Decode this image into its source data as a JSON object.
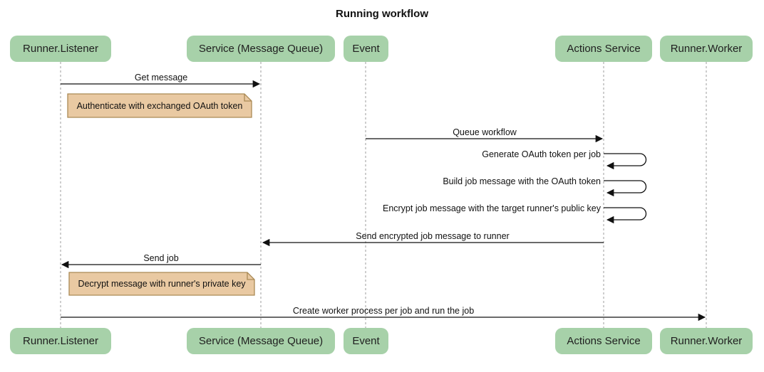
{
  "title": "Running workflow",
  "participants": [
    {
      "label": "Runner.Listener"
    },
    {
      "label": "Service (Message Queue)"
    },
    {
      "label": "Event"
    },
    {
      "label": "Actions Service"
    },
    {
      "label": "Runner.Worker"
    }
  ],
  "messages": [
    {
      "label": "Get message",
      "from": "Runner.Listener",
      "to": "Service (Message Queue)",
      "self": false
    },
    {
      "label": "Queue workflow",
      "from": "Event",
      "to": "Actions Service",
      "self": false
    },
    {
      "label": "Generate OAuth token per job",
      "from": "Actions Service",
      "to": "Actions Service",
      "self": true
    },
    {
      "label": "Build job message with the OAuth token",
      "from": "Actions Service",
      "to": "Actions Service",
      "self": true
    },
    {
      "label": "Encrypt job message with the target runner's public key",
      "from": "Actions Service",
      "to": "Actions Service",
      "self": true
    },
    {
      "label": "Send encrypted job message to runner",
      "from": "Actions Service",
      "to": "Service (Message Queue)",
      "self": false
    },
    {
      "label": "Send job",
      "from": "Service (Message Queue)",
      "to": "Runner.Listener",
      "self": false
    },
    {
      "label": "Create worker process per job and run the job",
      "from": "Runner.Listener",
      "to": "Runner.Worker",
      "self": false
    }
  ],
  "notes": [
    {
      "label": "Authenticate with exchanged OAuth token",
      "over": "Runner.Listener"
    },
    {
      "label": "Decrypt message with runner's private key",
      "over": "Runner.Listener"
    }
  ],
  "colors": {
    "actor_fill": "#a7d1a9",
    "note_fill": "#e9c9a2",
    "note_border": "#aa8a55",
    "lifeline": "#9e9e9e",
    "arrow": "#111111",
    "background": "#ffffff"
  }
}
